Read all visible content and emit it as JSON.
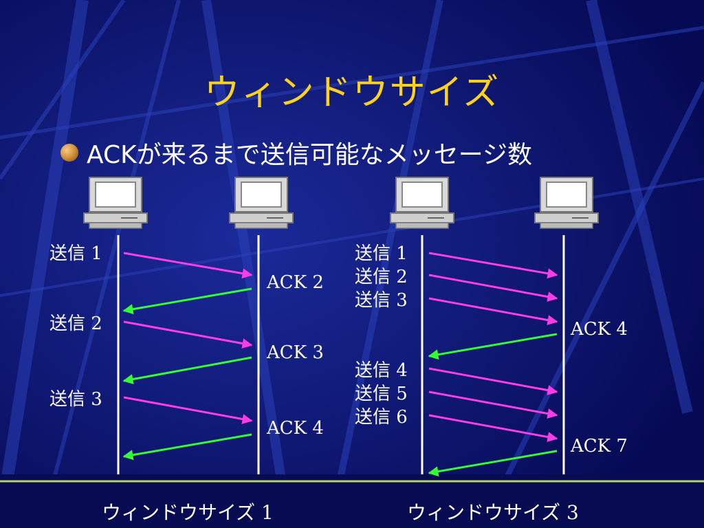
{
  "slide": {
    "title": "ウィンドウサイズ",
    "bullet": "ACKが来るまで送信可能なメッセージ数"
  },
  "left_diagram": {
    "sends": [
      "送信 1",
      "送信 2",
      "送信 3"
    ],
    "acks": [
      "ACK 2",
      "ACK 3",
      "ACK 4"
    ],
    "caption": "ウィンドウサイズ 1"
  },
  "right_diagram": {
    "sends": [
      "送信 1",
      "送信 2",
      "送信 3",
      "送信 4",
      "送信 5",
      "送信 6"
    ],
    "acks": [
      "ACK 4",
      "ACK 7"
    ],
    "caption": "ウィンドウサイズ 3"
  },
  "colors": {
    "background": "#0a0f66",
    "title": "#ffd21a",
    "send_arrow": "#ff3ce6",
    "ack_arrow": "#33ff33",
    "timeline": "#ffffff",
    "footer_line": "#b5d36a"
  }
}
